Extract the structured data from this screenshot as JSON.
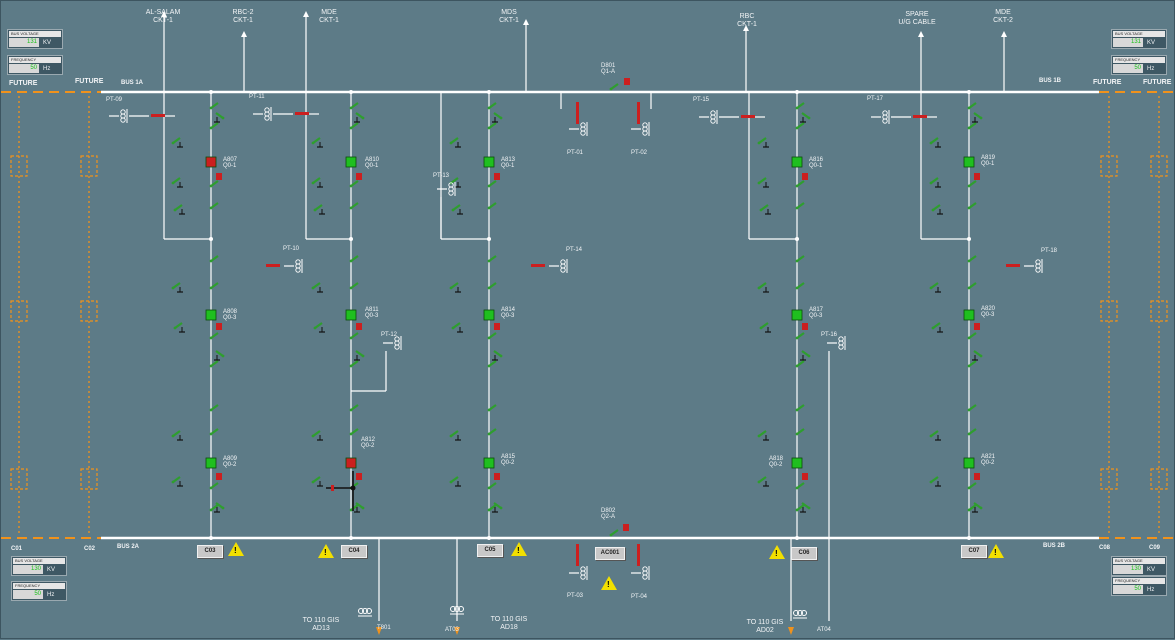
{
  "headers": {
    "al_salam": "AL-SALAM\nCKT-1",
    "rbc2": "RBC-2\nCKT-1",
    "mde1": "MDE\nCKT-1",
    "mds": "MDS\nCKT-1",
    "rbc": "RBC\nCKT-1",
    "spare": "SPARE\nU/G CABLE",
    "mde2": "MDE\nCKT-2"
  },
  "buses": {
    "bus1a": "BUS 1A",
    "bus1b": "BUS 1B",
    "bus2a": "BUS 2A",
    "bus2b": "BUS 2B"
  },
  "future": {
    "tl": "FUTURE",
    "tr": "FUTURE",
    "l1": "FUTURE",
    "r1": "FUTURE"
  },
  "corner": {
    "c01": "C01",
    "c02": "C02",
    "c08": "C08",
    "c09": "C09"
  },
  "cabinets": {
    "c03": "C03",
    "c04": "C04",
    "c05": "C05",
    "ac001": "AC001",
    "c06": "C06",
    "c07": "C07"
  },
  "transformers": {
    "t1": "TO 110 GIS\nAD13",
    "t1b": "T801",
    "t2": "AT03",
    "t2b": "TO 110 GIS\nAD18",
    "t3": "TO 110 GIS\nAD02",
    "t3b": "AT04"
  },
  "panels": {
    "tl": {
      "title": "BUS VOLTAGE",
      "value": "131",
      "unit": "KV"
    },
    "tl2": {
      "title": "FREQUENCY",
      "value": "50",
      "unit": "Hz"
    },
    "tr": {
      "title": "BUS VOLTAGE",
      "value": "131",
      "unit": "KV"
    },
    "tr2": {
      "title": "FREQUENCY",
      "value": "50",
      "unit": "Hz"
    },
    "bl": {
      "title": "BUS VOLTAGE",
      "value": "130",
      "unit": "KV"
    },
    "bl2": {
      "title": "FREQUENCY",
      "value": "50",
      "unit": "Hz"
    },
    "br": {
      "title": "BUS VOLTAGE",
      "value": "130",
      "unit": "KV"
    },
    "br2": {
      "title": "FREQUENCY",
      "value": "50",
      "unit": "Hz"
    }
  },
  "colors": {
    "bg": "#5d7b87",
    "line": "#ffffff",
    "closed": "#1fbf1f",
    "open": "#cc1f1f",
    "future": "#f0921c",
    "disconnector": "#2e9e2e"
  },
  "labels": {
    "D801": "D801\nQ1-A",
    "D802": "D802\nQ2-A",
    "PT09": "PT-09",
    "PT11": "PT-11",
    "PT13": "PT-13",
    "PT15": "PT-15",
    "PT17": "PT-17",
    "PT10": "PT-10",
    "PT12": "PT-12",
    "PT14": "PT-14",
    "PT16": "PT-16",
    "PT18": "PT-18",
    "PT01": "PT-01",
    "PT02": "PT-02",
    "PT03": "PT-03",
    "PT04": "PT-04",
    "A807": "A807\nQ0-1",
    "A808": "A808\nQ0-3",
    "A809": "A809\nQ0-2",
    "A810": "A810\nQ0-1",
    "A811": "A811\nQ0-3",
    "A812": "A812\nQ0-2",
    "A813": "A813\nQ0-1",
    "A814": "A814\nQ0-3",
    "A815": "A815\nQ0-2",
    "A816": "A816\nQ0-1",
    "A817": "A817\nQ0-3",
    "A818": "A818\nQ0-2",
    "A819": "A819\nQ0-1",
    "A820": "A820\nQ0-3",
    "A821": "A821\nQ0-2"
  }
}
